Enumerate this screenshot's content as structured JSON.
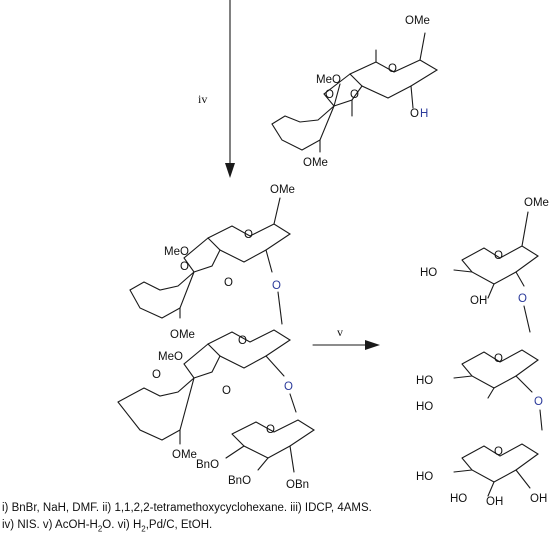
{
  "steps": {
    "down_arrow_label": "iv",
    "right_arrow_label": "v"
  },
  "labels": {
    "ome": "OMe",
    "meo": "MeO",
    "oh": "OH",
    "ho": "HO",
    "o": "O",
    "bno": "BnO",
    "obn": "OBn"
  },
  "footnote": {
    "line1": "i) BnBr, NaH, DMF. ii) 1,1,2,2-tetramethoxycyclohexane. iii) IDCP, 4AMS.",
    "line2_a": "iv) NIS. v) AcOH-H",
    "line2_sub": "2",
    "line2_b": "O. vi) H",
    "line2_sub2": "2",
    "line2_c": ",Pd/C, EtOH."
  },
  "colors": {
    "bond": "#1a1a1a",
    "glycosidic_o": "#2b3a9a"
  }
}
